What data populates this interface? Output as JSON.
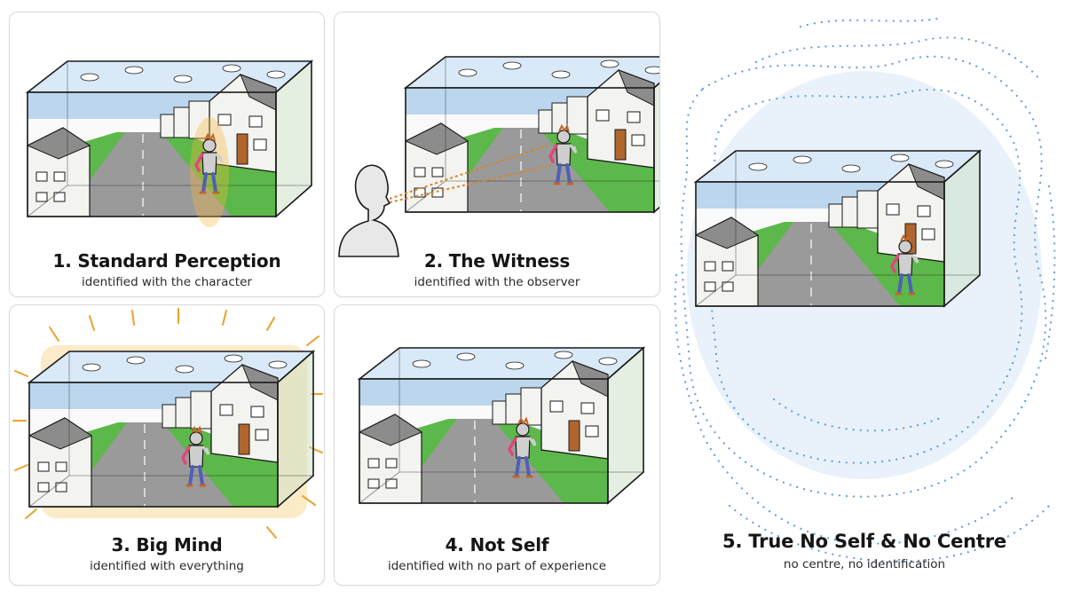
{
  "panels": [
    {
      "number": "1.",
      "title": "Standard Perception",
      "subtitle": "identified with the character"
    },
    {
      "number": "2.",
      "title": "The Witness",
      "subtitle": "identified with the observer"
    },
    {
      "number": "3.",
      "title": "Big Mind",
      "subtitle": "identified with everything"
    },
    {
      "number": "4.",
      "title": "Not Self",
      "subtitle": "identified with no part of experience"
    },
    {
      "number": "5.",
      "title": "True No Self & No Centre",
      "subtitle": "no centre, no identification"
    }
  ],
  "colors": {
    "sky": "#bcd6ee",
    "grass": "#5cb84a",
    "road": "#9a9a9a",
    "house": "#f3f3ef",
    "roof": "#8c8c8c",
    "door": "#b0662c",
    "figure_shirt": "#e2457e",
    "figure_legs": "#4f5fb8",
    "glow": "#f5b73a",
    "field_dots": "#5f9ede",
    "observer_line": "#d9852a"
  },
  "icons": [
    "street-scene-box",
    "person-figure",
    "observer-head",
    "glow-rays",
    "dotted-field"
  ]
}
